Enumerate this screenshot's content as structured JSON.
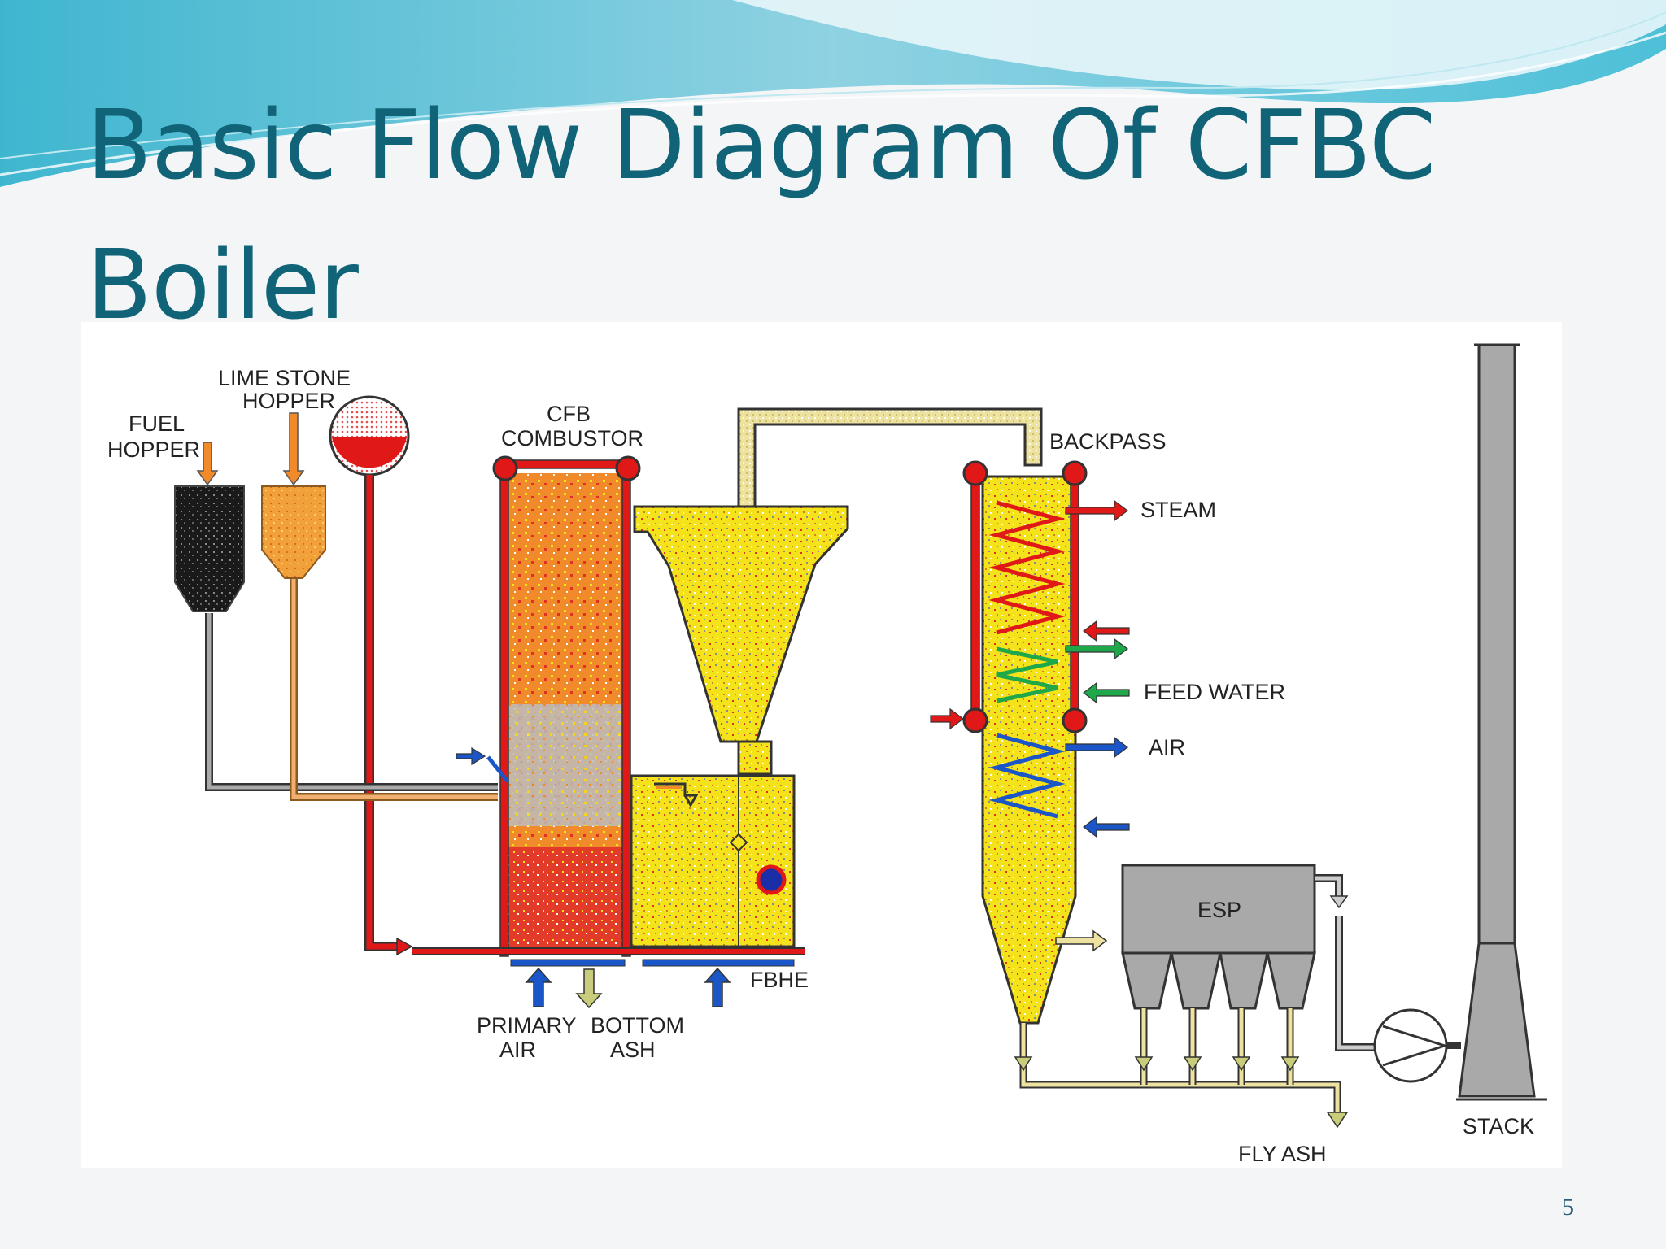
{
  "slide": {
    "title": "Basic Flow Diagram Of CFBC Boiler",
    "page_number": "5"
  },
  "diagram": {
    "labels": {
      "lime_stone_hopper_l1": "LIME STONE",
      "lime_stone_hopper_l2": "HOPPER",
      "fuel_hopper_l1": "FUEL",
      "fuel_hopper_l2": "HOPPER",
      "cfb_combustor_l1": "CFB",
      "cfb_combustor_l2": "COMBUSTOR",
      "backpass": "BACKPASS",
      "steam": "STEAM",
      "feed_water": "FEED WATER",
      "air": "AIR",
      "esp": "ESP",
      "fbhe": "FBHE",
      "primary_air_l1": "PRIMARY",
      "primary_air_l2": "AIR",
      "bottom_ash_l1": "BOTTOM",
      "bottom_ash_l2": "ASH",
      "stack": "STACK",
      "fly_ash": "FLY ASH"
    },
    "colors": {
      "water_steam": "#e01818",
      "feed_water": "#1fa84a",
      "air": "#1a56c8",
      "hot_solids": "#f4e21a",
      "combustion_zone": "#f08a2a",
      "ash": "#c9cc7a",
      "equipment": "#a9a9a9"
    }
  }
}
